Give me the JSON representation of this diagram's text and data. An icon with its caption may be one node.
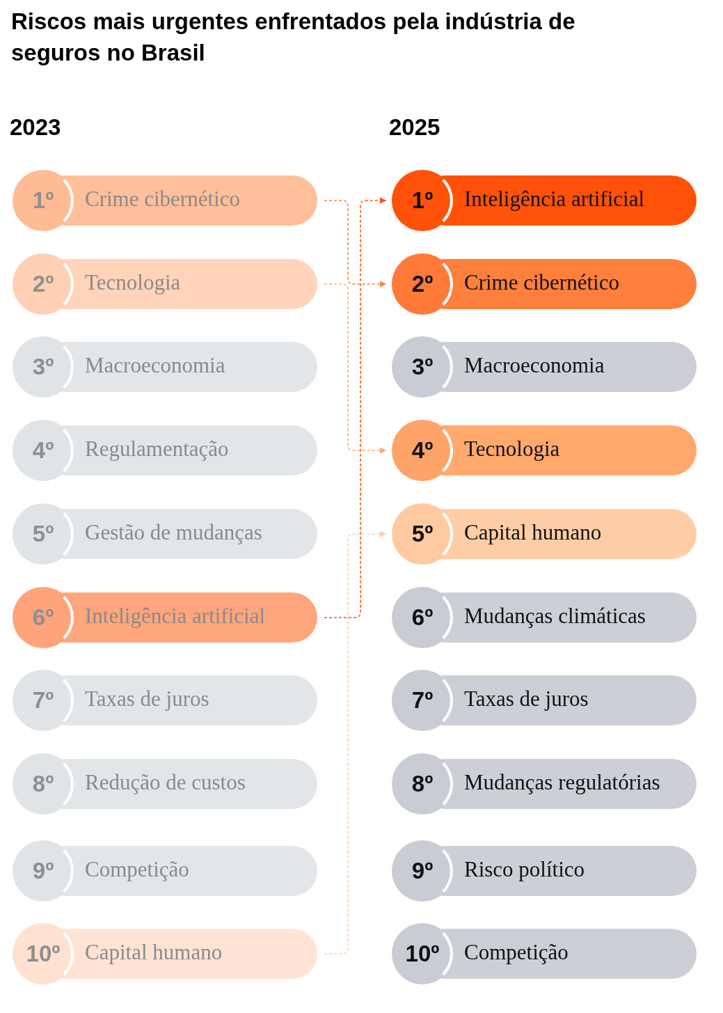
{
  "diagram": {
    "title": "Riscos mais urgentes enfrentados pela indústria de seguros no Brasil",
    "nodes": [
      {
        "text": [
          "1º",
          "Crime cibernético"
        ]
      },
      {
        "text": [
          "2º",
          "Tecnologia"
        ]
      },
      {
        "text": [
          "3º",
          "Macroeconomia"
        ]
      },
      {
        "text": [
          "4º",
          "Regulamentação"
        ]
      },
      {
        "text": [
          "5º",
          "Gestão de mudanças"
        ]
      },
      {
        "text": [
          "6º",
          "Inteligência artificial"
        ]
      },
      {
        "text": [
          "7º",
          "Taxas de juros"
        ]
      },
      {
        "text": [
          "8º",
          "Redução de custos"
        ]
      },
      {
        "text": [
          "9º",
          "Competição"
        ]
      },
      {
        "text": [
          "10º",
          "Capital humano"
        ]
      },
      {
        "text": [
          "1º",
          "Inteligência artificial"
        ]
      },
      {
        "text": [
          "2º",
          "Crime cibernético"
        ]
      },
      {
        "text": [
          "3º",
          "Macroeconomia"
        ]
      },
      {
        "text": [
          "4º",
          "Tecnologia"
        ]
      },
      {
        "text": [
          "5º",
          "Capital humano"
        ]
      },
      {
        "text": [
          "6º",
          "Mudanças climáticas"
        ]
      },
      {
        "text": [
          "7º",
          "Taxas de juros"
        ]
      },
      {
        "text": [
          "8º",
          "Mudanças regulatórias"
        ]
      },
      {
        "text": [
          "9º",
          "Risco político"
        ]
      },
      {
        "text": [
          "10º",
          "Competição"
        ]
      }
    ],
    "edges": [
      {
        "from": 0,
        "to": 11,
        "arrow": "to",
        "style": "dashed",
        "color": "#ff7f3c"
      },
      {
        "from": 1,
        "to": 13,
        "arrow": "to",
        "style": "dashed",
        "color": "#ffa96d"
      },
      {
        "from": 5,
        "to": 10,
        "arrow": "to",
        "style": "dashed",
        "color": "#ff5208"
      },
      {
        "from": 9,
        "to": 14,
        "arrow": "to",
        "style": "dashed",
        "color": "#ffcda5"
      }
    ],
    "labels": [
      "2023",
      "2025"
    ]
  }
}
